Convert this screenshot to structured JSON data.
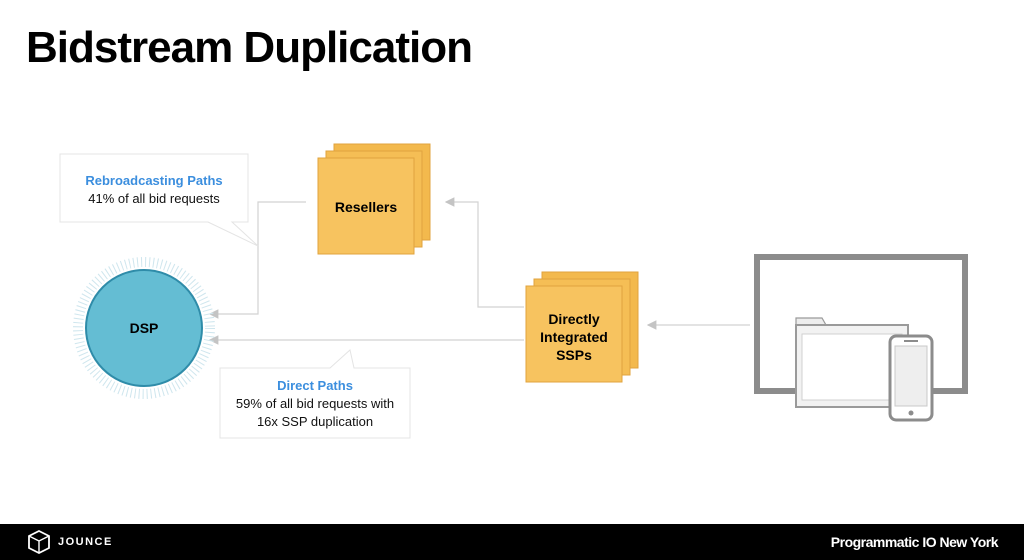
{
  "slide": {
    "title": "Bidstream Duplication"
  },
  "nodes": {
    "dsp": "DSP",
    "resellers": "Resellers",
    "ssp_line1": "Directly",
    "ssp_line2": "Integrated",
    "ssp_line3": "SSPs"
  },
  "callouts": {
    "rebroadcast": {
      "heading": "Rebroadcasting Paths",
      "text": "41% of all bid requests"
    },
    "direct": {
      "heading": "Direct Paths",
      "line1": "59% of all bid requests with",
      "line2": "16x SSP duplication"
    }
  },
  "icons": {
    "device": "screen-devices-icon",
    "logo": "jounce-cube-icon"
  },
  "colors": {
    "accent_blue": "#3b8ede",
    "box_orange": "#f7c35f",
    "dsp_circle": "#64bdd3"
  },
  "footer": {
    "brand": "JOUNCE",
    "event": "Programmatic IO New York"
  }
}
